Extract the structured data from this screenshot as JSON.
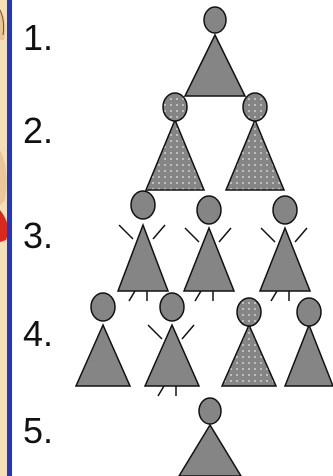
{
  "rows": [
    {
      "label": "1.",
      "figures": [
        {
          "pattern": "solid",
          "arms": "none"
        }
      ]
    },
    {
      "label": "2.",
      "figures": [
        {
          "pattern": "dotted",
          "arms": "none"
        },
        {
          "pattern": "dotted",
          "arms": "none"
        }
      ]
    },
    {
      "label": "3.",
      "figures": [
        {
          "pattern": "solid",
          "arms": "up"
        },
        {
          "pattern": "solid",
          "arms": "up"
        },
        {
          "pattern": "solid",
          "arms": "up"
        }
      ]
    },
    {
      "label": "4.",
      "figures": [
        {
          "pattern": "solid",
          "arms": "none"
        },
        {
          "pattern": "solid",
          "arms": "up"
        },
        {
          "pattern": "dotted",
          "arms": "none"
        },
        {
          "pattern": "solid",
          "arms": "none"
        }
      ]
    },
    {
      "label": "5.",
      "figures": [
        {
          "pattern": "solid",
          "arms": "none"
        }
      ]
    }
  ],
  "colors": {
    "figure_fill": "#858585",
    "figure_stroke": "#111111",
    "dot_color": "#e6e6e6",
    "accent_blue": "#2036c8",
    "accent_red": "#d62a1e",
    "accent_tan": "#e9c79a"
  }
}
